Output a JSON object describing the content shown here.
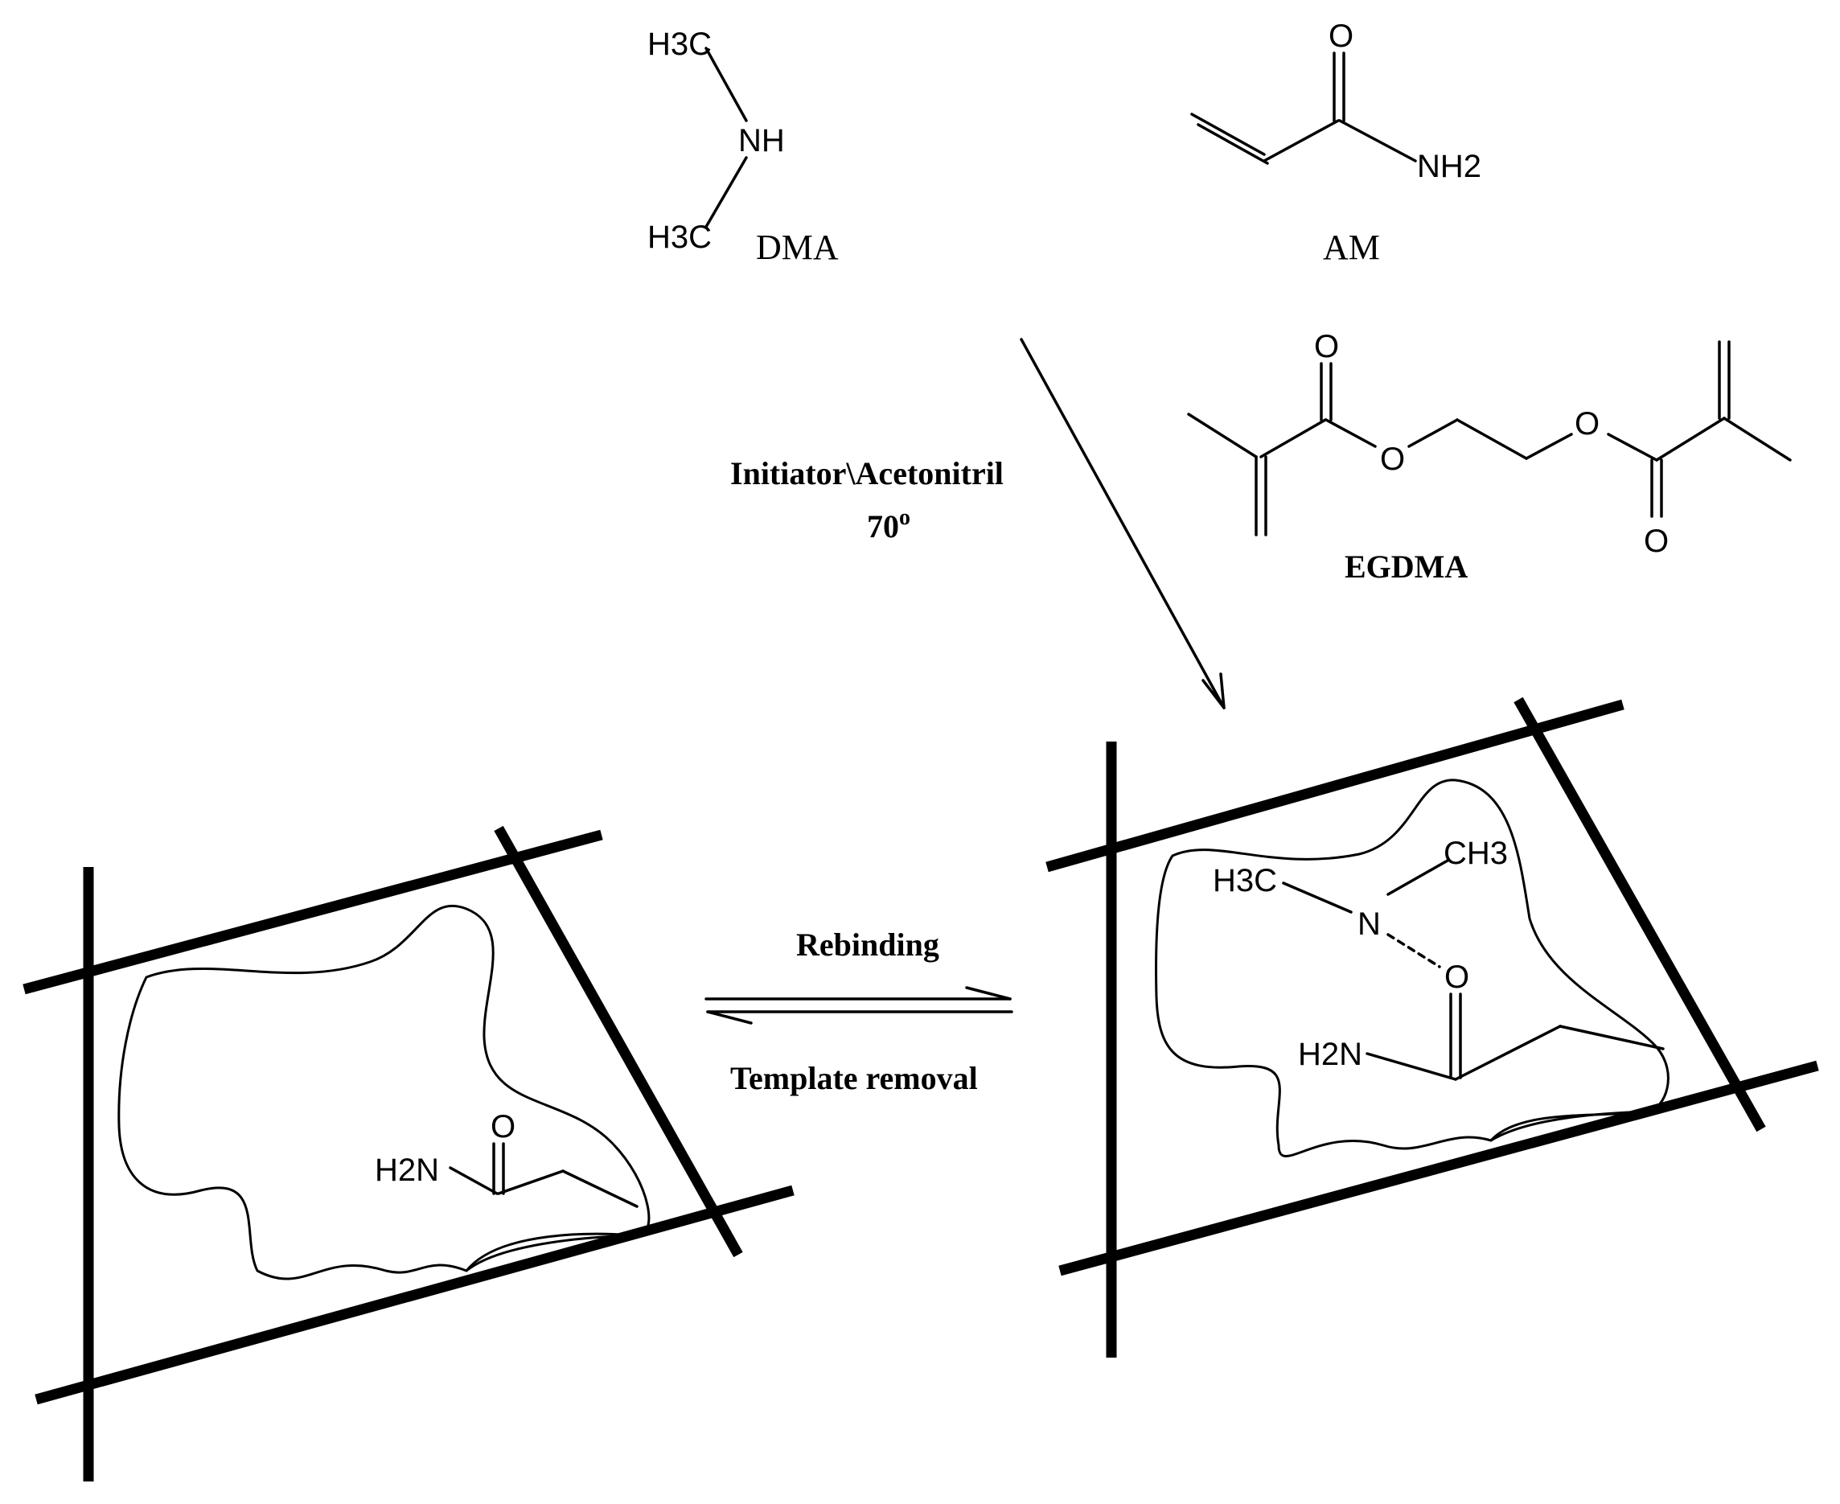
{
  "molecules": {
    "dma": {
      "atoms": {
        "top_methyl": "H3C",
        "amine": "NH",
        "bottom_methyl": "H3C"
      },
      "name": "DMA"
    },
    "am": {
      "atoms": {
        "oxygen": "O",
        "amine": "NH2"
      },
      "name": "AM"
    },
    "egdma": {
      "atoms": {
        "carbonyl_o_left": "O",
        "ester_o_left": "O",
        "ester_o_right": "O",
        "carbonyl_o_right": "O"
      },
      "name": "EGDMA"
    }
  },
  "conditions": {
    "line1": "Initiator\\Acetonitril",
    "line2": "70",
    "line2_sup": "o"
  },
  "equilibrium": {
    "forward_label": "Rebinding",
    "reverse_label": "Template removal"
  },
  "polymer_left": {
    "group": {
      "amine": "H2N",
      "oxygen": "O"
    }
  },
  "polymer_right": {
    "template": {
      "methyl_left": "H3C",
      "methyl_right": "CH3",
      "nitrogen": "N"
    },
    "group": {
      "oxygen": "O",
      "amine": "H2N"
    }
  }
}
